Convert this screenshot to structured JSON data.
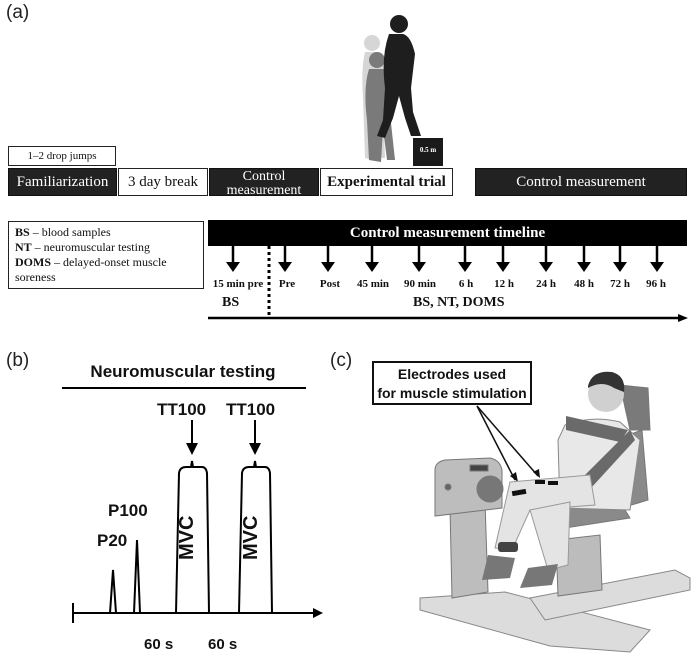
{
  "panel_a": {
    "label": "(a)",
    "figure_caption_box": "0.5 m",
    "drop_jumps_label": "1–2 drop jumps",
    "phases": [
      {
        "label": "Familiarization",
        "style": "dark"
      },
      {
        "label": "3 day break",
        "style": "light"
      },
      {
        "label": "Control measurement",
        "style": "dark"
      },
      {
        "label": "Experimental trial",
        "style": "light-bold"
      },
      {
        "label": "Control measurement",
        "style": "dark"
      }
    ],
    "legend": [
      {
        "abbr": "BS",
        "text": " – blood samples"
      },
      {
        "abbr": "NT",
        "text": " – neuromuscular testing"
      },
      {
        "abbr": "DOMS",
        "text": " – delayed-onset muscle soreness"
      }
    ],
    "timeline_title": "Control measurement timeline",
    "timepoints": [
      "15 min pre",
      "Pre",
      "Post",
      "45 min",
      "90 min",
      "6 h",
      "12 h",
      "24 h",
      "48 h",
      "72 h",
      "96 h"
    ],
    "bs_label": "BS",
    "bs_nt_doms_label": "BS, NT, DOMS"
  },
  "panel_b": {
    "label": "(b)",
    "title": "Neuromuscular testing",
    "peaks": [
      {
        "label": "P20"
      },
      {
        "label": "P100"
      },
      {
        "label": "TT100",
        "block": "MVC"
      },
      {
        "label": "TT100",
        "block": "MVC"
      }
    ],
    "intervals": [
      "60 s",
      "60 s"
    ]
  },
  "panel_c": {
    "label": "(c)",
    "callout_line1": "Electrodes used",
    "callout_line2": "for muscle stimulation"
  },
  "colors": {
    "dark_box": "#222222",
    "timeline_bar": "#000000",
    "equipment_gray": "#cfcfcf"
  }
}
